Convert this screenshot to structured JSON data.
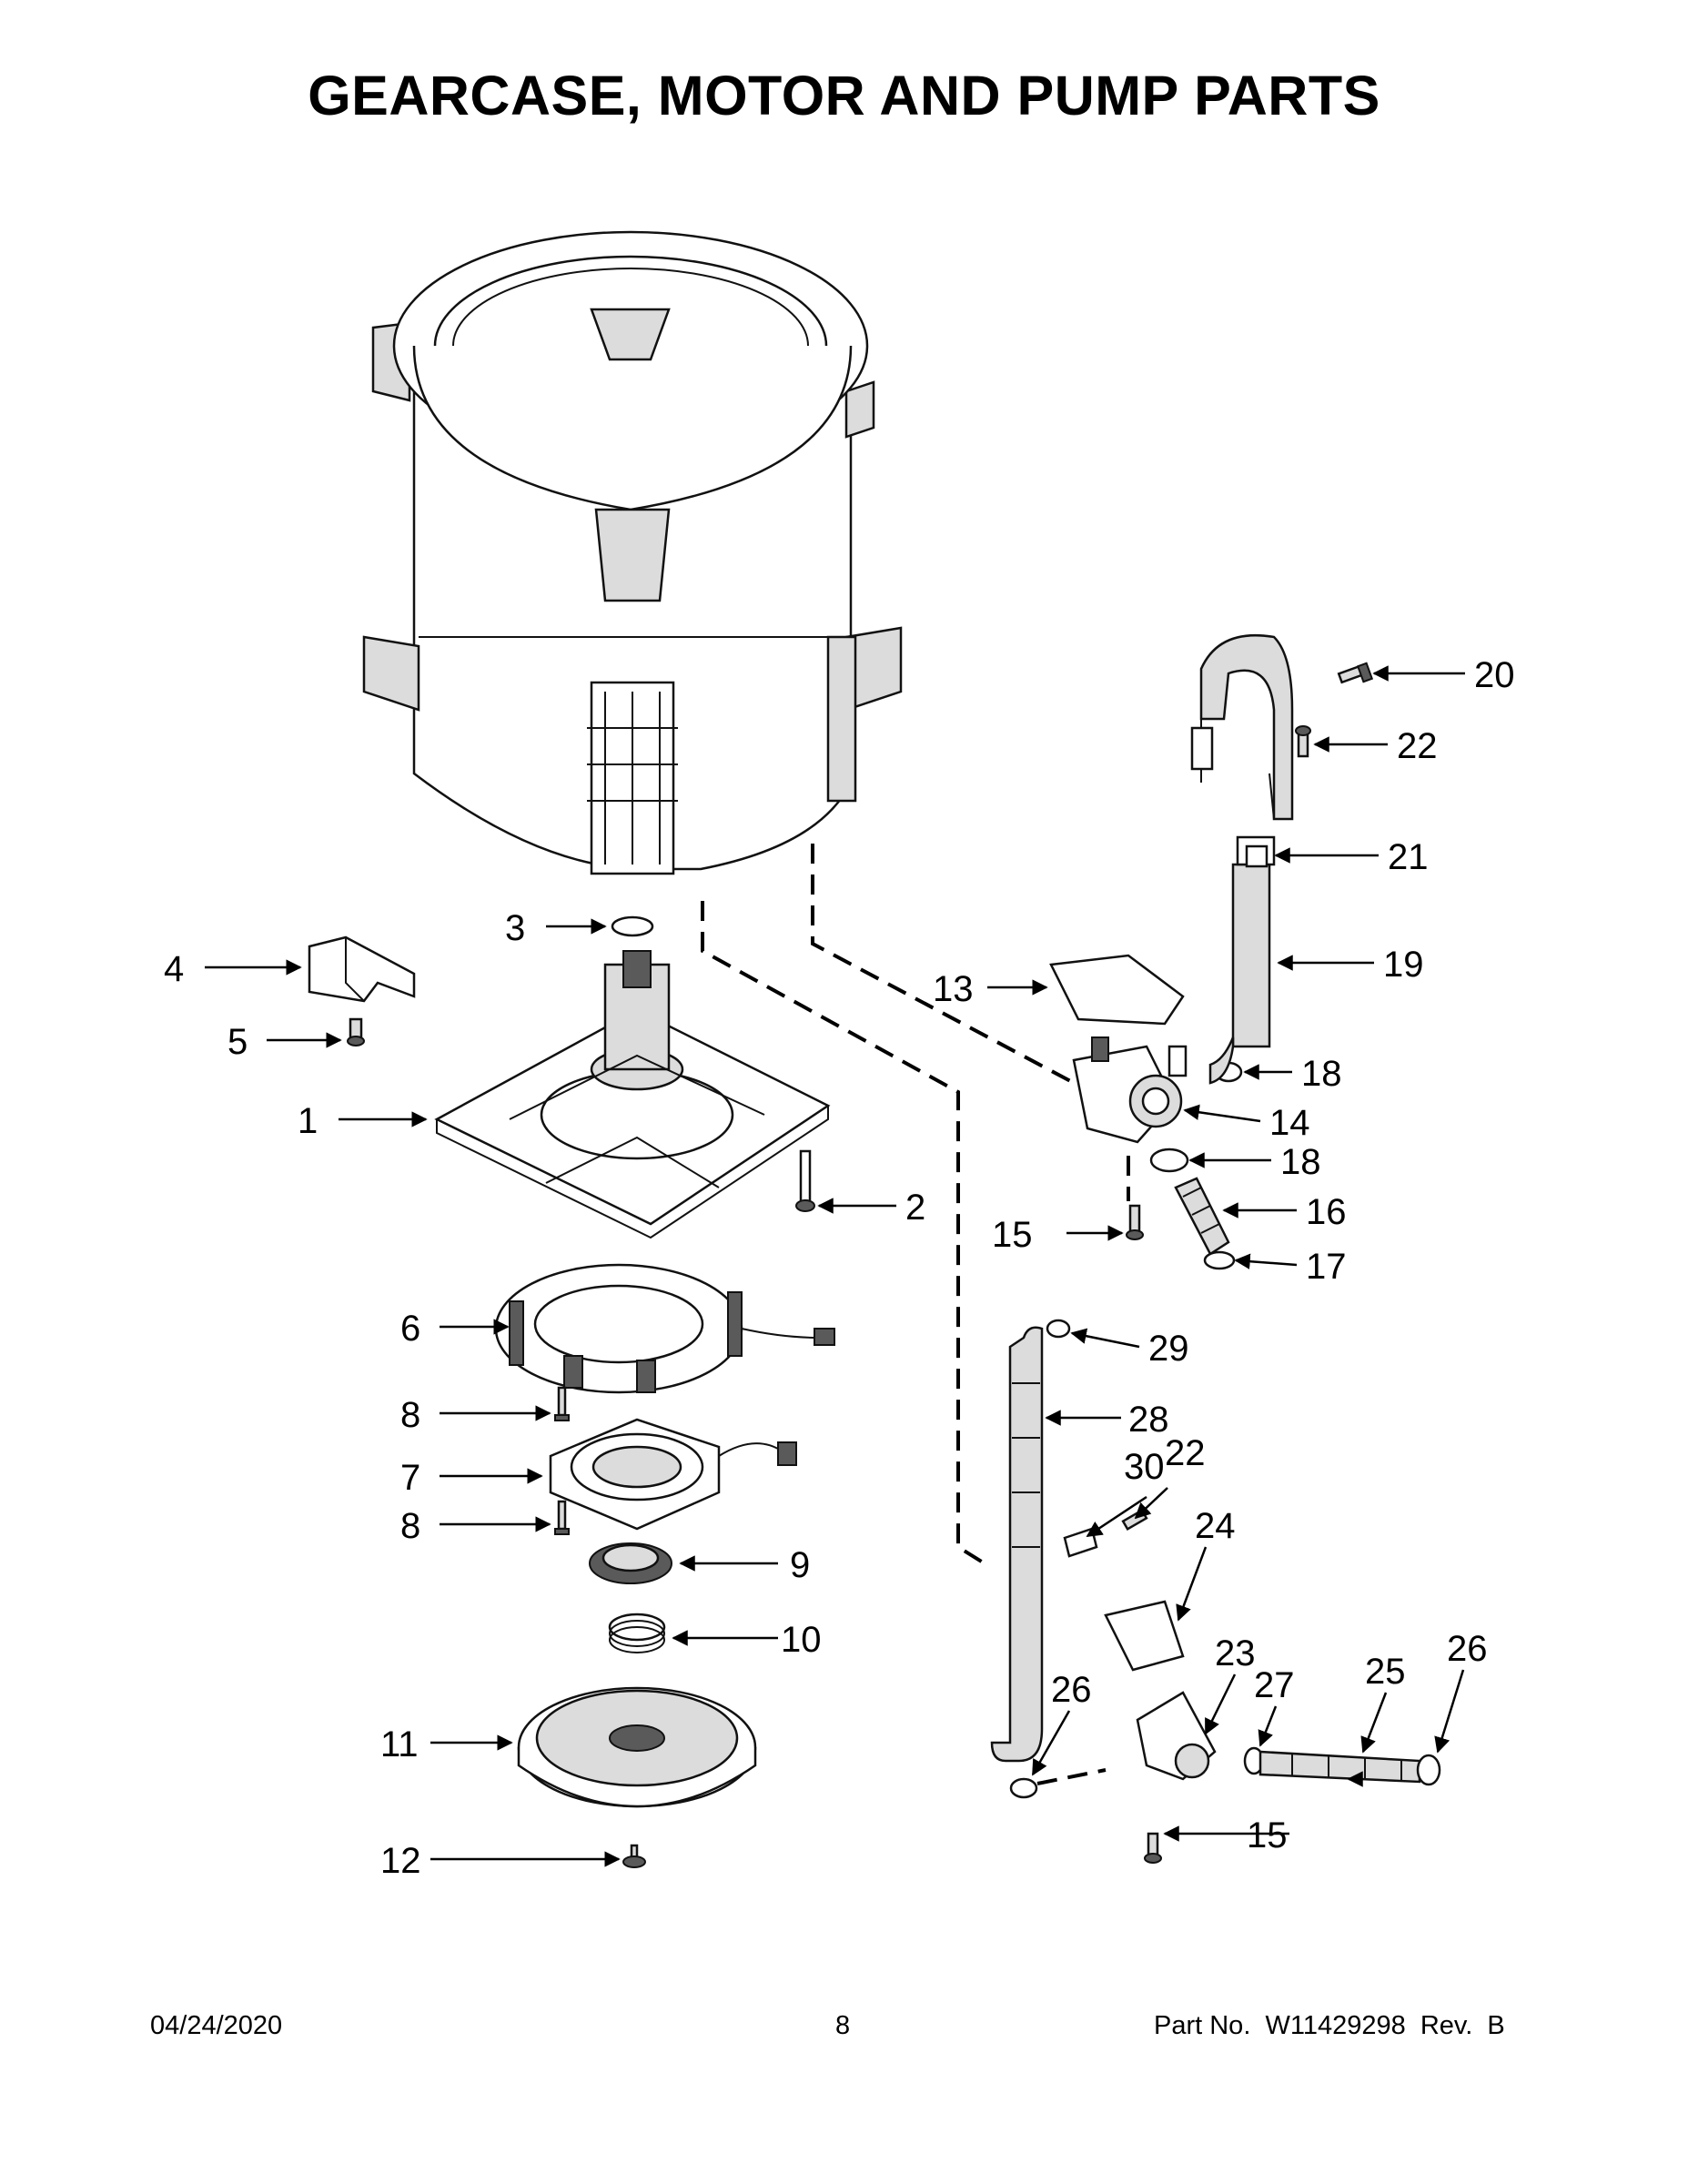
{
  "title": "GEARCASE, MOTOR AND PUMP PARTS",
  "callouts": [
    "1",
    "2",
    "3",
    "4",
    "5",
    "6",
    "7",
    "8",
    "8",
    "9",
    "10",
    "11",
    "12",
    "13",
    "14",
    "15",
    "15",
    "16",
    "17",
    "18",
    "18",
    "19",
    "20",
    "21",
    "22",
    "22",
    "23",
    "24",
    "25",
    "26",
    "26",
    "27",
    "28",
    "29",
    "30"
  ],
  "footer": {
    "date": "04/24/2020",
    "page": "8",
    "part_no": "Part No.  W11429298  Rev.  B"
  }
}
